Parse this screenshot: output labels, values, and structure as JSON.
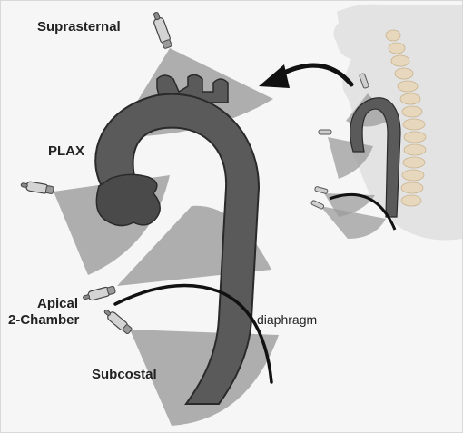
{
  "labels": {
    "suprasternal": "Suprasternal",
    "plax": "PLAX",
    "apical_line1": "Apical",
    "apical_line2": "2-Chamber",
    "subcostal": "Subcostal",
    "diaphragm": "diaphragm"
  },
  "colors": {
    "background": "#f6f6f6",
    "aorta": "#5a5a5a",
    "aorta_outline": "#2a2a2a",
    "beam": "#9c9c9c",
    "diaphragm": "#111111",
    "spine": "#e6d7bd",
    "body_silhouette": "#e3e3e3"
  }
}
